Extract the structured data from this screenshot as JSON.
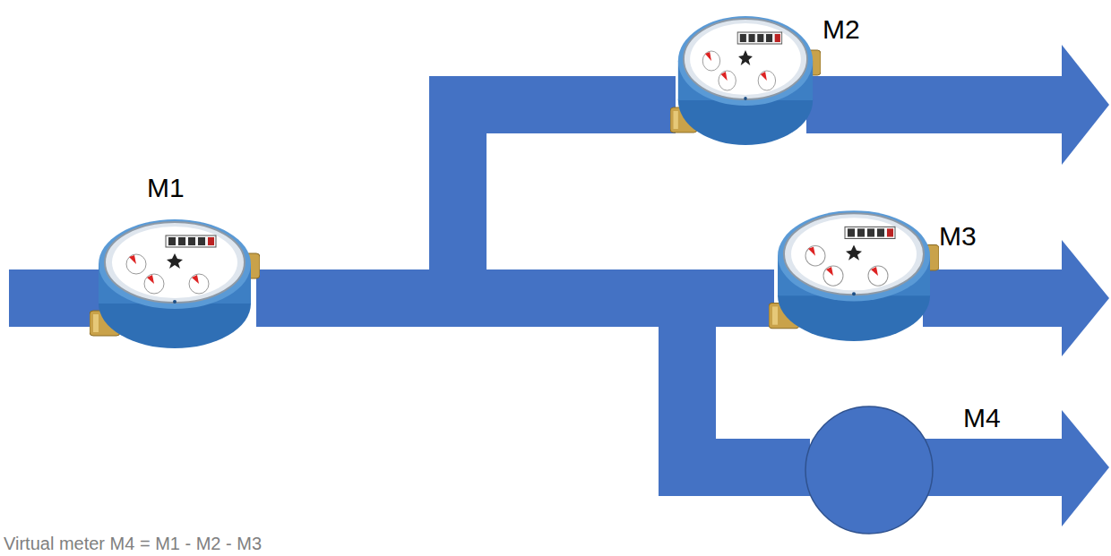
{
  "diagram": {
    "nodes": [
      {
        "text": [
          "M1"
        ]
      },
      {
        "text": [
          "M2"
        ]
      },
      {
        "text": [
          "M3"
        ]
      },
      {
        "text": [
          "M4"
        ]
      }
    ],
    "edges": [
      {
        "from": 0,
        "to": 1,
        "arrow": "none"
      },
      {
        "from": 0,
        "to": 2,
        "arrow": "none"
      },
      {
        "from": 0,
        "to": 3,
        "arrow": "none"
      }
    ],
    "labels": [
      "Virtual meter M4 = M1 - M2 - M3"
    ]
  }
}
